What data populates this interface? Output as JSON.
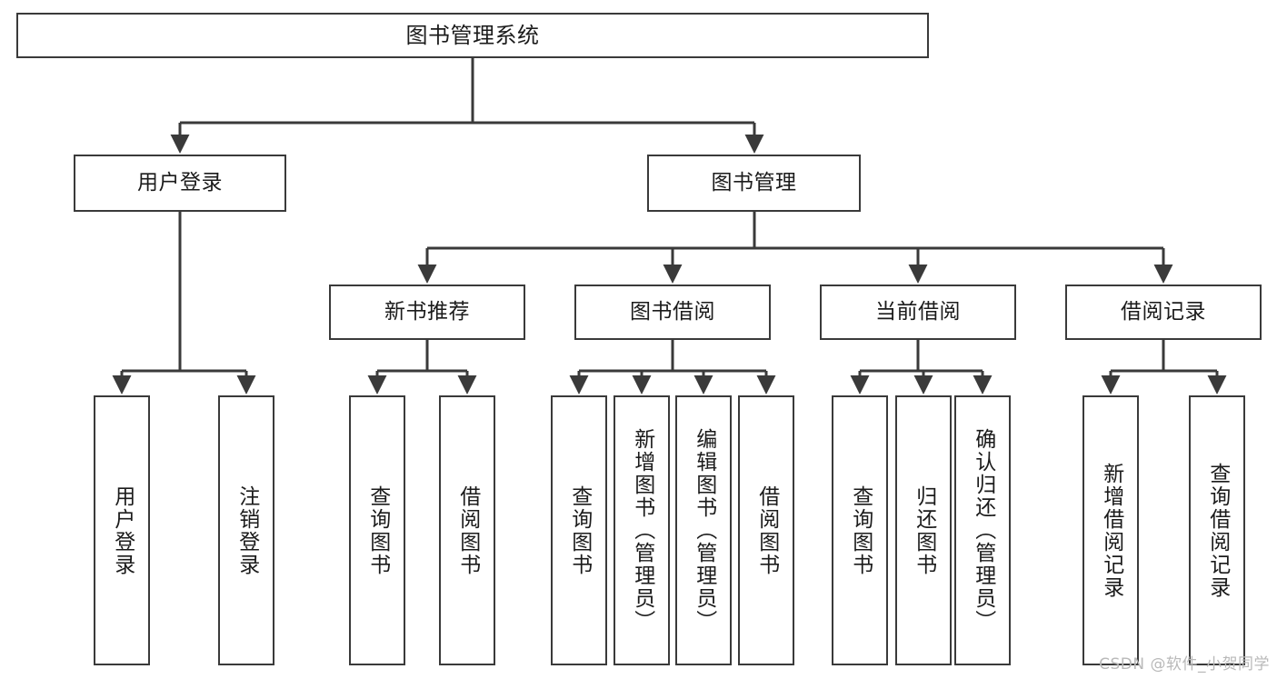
{
  "diagram": {
    "type": "tree",
    "title": "图书管理系统",
    "watermark": "CSDN @软件_小贺同学",
    "levels": {
      "root": {
        "label": "图书管理系统"
      },
      "level2": [
        {
          "label": "用户登录"
        },
        {
          "label": "图书管理"
        }
      ],
      "level3": [
        {
          "label": "新书推荐"
        },
        {
          "label": "图书借阅"
        },
        {
          "label": "当前借阅"
        },
        {
          "label": "借阅记录"
        }
      ],
      "leaves": {
        "user_login": [
          {
            "label": "用户登录"
          },
          {
            "label": "注销登录"
          }
        ],
        "new_book_recommend": [
          {
            "label": "查询图书"
          },
          {
            "label": "借阅图书"
          }
        ],
        "book_borrow": [
          {
            "label": "查询图书"
          },
          {
            "label": "新增图书（管理员）"
          },
          {
            "label": "编辑图书（管理员）"
          },
          {
            "label": "借阅图书"
          }
        ],
        "current_borrow": [
          {
            "label": "查询图书"
          },
          {
            "label": "归还图书"
          },
          {
            "label": "确认归还（管理员）"
          }
        ],
        "borrow_record": [
          {
            "label": "新增借阅记录"
          },
          {
            "label": "查询借阅记录"
          }
        ]
      }
    },
    "colors": {
      "box_border": "#3a3a3a",
      "box_fill": "#ffffff",
      "connector": "#3a3a3a",
      "text": "#1b1b1b",
      "watermark": "#b9b9b9"
    }
  }
}
